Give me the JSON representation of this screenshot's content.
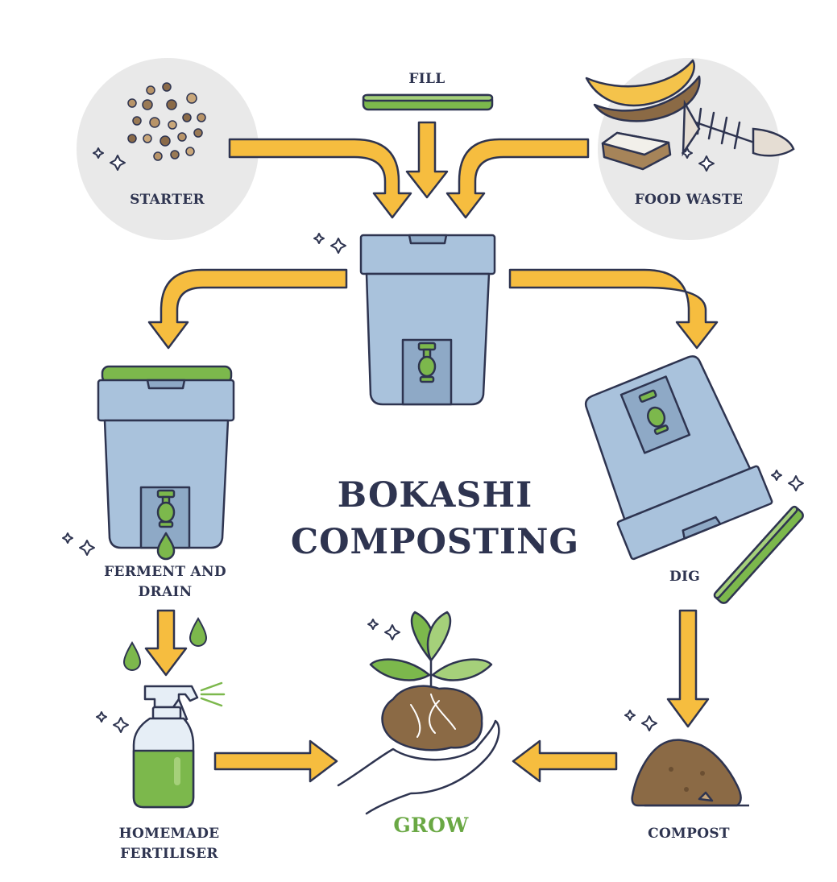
{
  "title": {
    "line1": "BOKASHI",
    "line2": "COMPOSTING"
  },
  "labels": {
    "fill": "FILL",
    "starter": "STARTER",
    "food_waste": "FOOD WASTE",
    "ferment_line1": "FERMENT AND",
    "ferment_line2": "DRAIN",
    "dig": "DIG",
    "fertiliser_line1": "HOMEMADE",
    "fertiliser_line2": "FERTILISER",
    "grow": "GROW",
    "compost": "COMPOST"
  },
  "colors": {
    "outline": "#2e3450",
    "arrow": "#f6bd3f",
    "bucket": "#a9c2dc",
    "bucket_dark": "#8ea9c6",
    "lid_green": "#7cb84c",
    "circle_bg": "#e8e8e8",
    "soil": "#8b6a45",
    "leaf": "#7cb84c",
    "grow_text": "#6aa844"
  }
}
